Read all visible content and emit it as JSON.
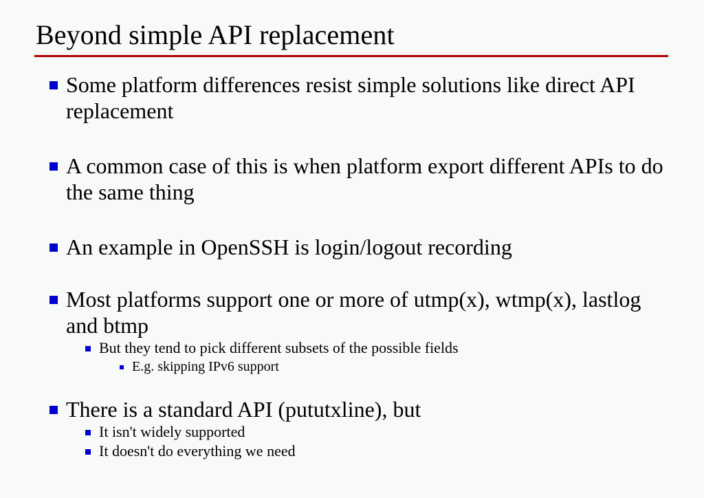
{
  "slide": {
    "title": "Beyond simple API replacement",
    "title_rule_color": "#b00000",
    "background_color": "#f7faf6",
    "text_color": "#000000",
    "bullet_color": "#0000cc",
    "bullets": [
      {
        "level": 1,
        "text": "Some platform differences resist simple solutions like direct API replacement"
      },
      {
        "level": 1,
        "text": "A common case of this is when platform export different APIs to do the same thing"
      },
      {
        "level": 1,
        "text": "An example in OpenSSH is login/logout recording"
      },
      {
        "level": 1,
        "text": "Most platforms support one or more of utmp(x), wtmp(x), lastlog and btmp"
      },
      {
        "level": 2,
        "text": "But they tend to pick different subsets of the possible fields"
      },
      {
        "level": 3,
        "text": "E.g. skipping IPv6 support"
      },
      {
        "level": 1,
        "text": "There is a standard API (pututxline), but"
      },
      {
        "level": 2,
        "text": "It isn't widely supported"
      },
      {
        "level": 2,
        "text": "It doesn't do everything we need"
      }
    ]
  }
}
